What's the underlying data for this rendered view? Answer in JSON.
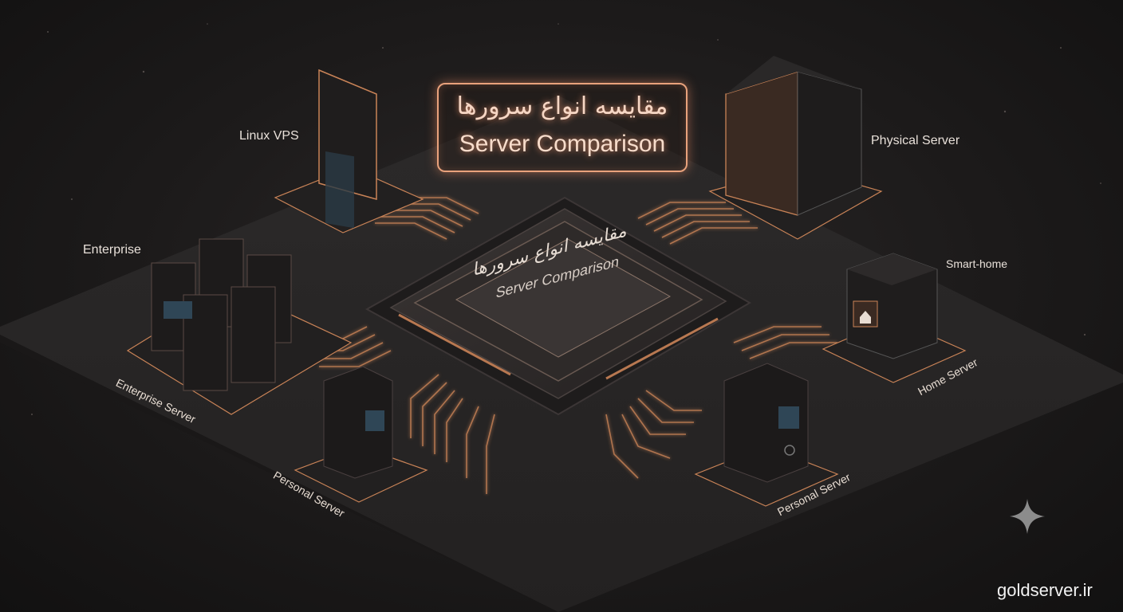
{
  "title": {
    "persian": "مقایسه انواع سرورها",
    "english": "Server Comparison"
  },
  "chip": {
    "persian": "مقایسه انواع سرورها",
    "english": "Server Comparison"
  },
  "labels": {
    "linux_vps": "Linux VPS",
    "physical_server": "Physical Server",
    "enterprise": "Enterprise",
    "smart_home": "Smart-home",
    "enterprise_server": "Enterprise Server",
    "home_server": "Home Server",
    "personal_server_left": "Personal Server",
    "personal_server_right": "Personal Server"
  },
  "watermark": "goldserver.ir",
  "icons": {
    "sparkle": "sparkle-icon",
    "home": "home-icon"
  },
  "colors": {
    "background": "#1c1a1a",
    "platform": "#2a2828",
    "copper": "#c98357",
    "glow": "#e9a27c",
    "text": "#e9e1da"
  }
}
